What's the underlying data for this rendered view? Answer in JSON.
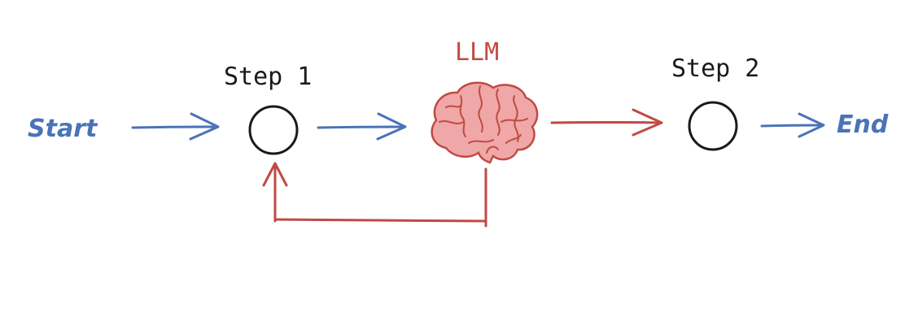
{
  "diagram": {
    "start_label": "Start",
    "end_label": "End",
    "step1_label": "Step 1",
    "step2_label": "Step 2",
    "llm_label": "LLM"
  },
  "colors": {
    "blue": "#4a73b8",
    "red": "#c04a44",
    "black": "#1a1a1a",
    "brain_fill": "#f0a7a7",
    "brain_stroke": "#c04a44"
  },
  "icons": {
    "llm": "brain-icon"
  }
}
